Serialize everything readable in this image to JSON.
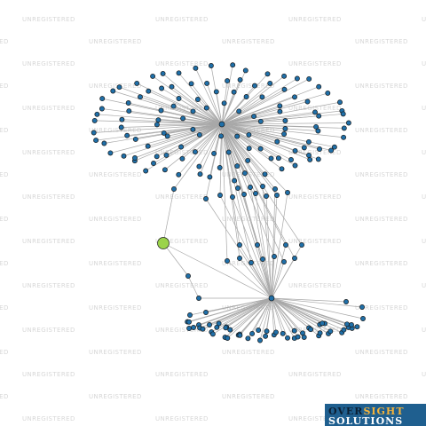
{
  "watermark": {
    "text": "UNREGISTERED"
  },
  "graph": {
    "highlight_color": "#9bd34a",
    "node_color": "#1f6fa8",
    "edge_color": "#a8a8a8"
  },
  "logo": {
    "line1_part1": "OVER",
    "line1_part2": "SIGHT",
    "line2": "SOLUTIONS",
    "background_color": "#1f5f8f",
    "accent_color": "#f3b23a"
  }
}
